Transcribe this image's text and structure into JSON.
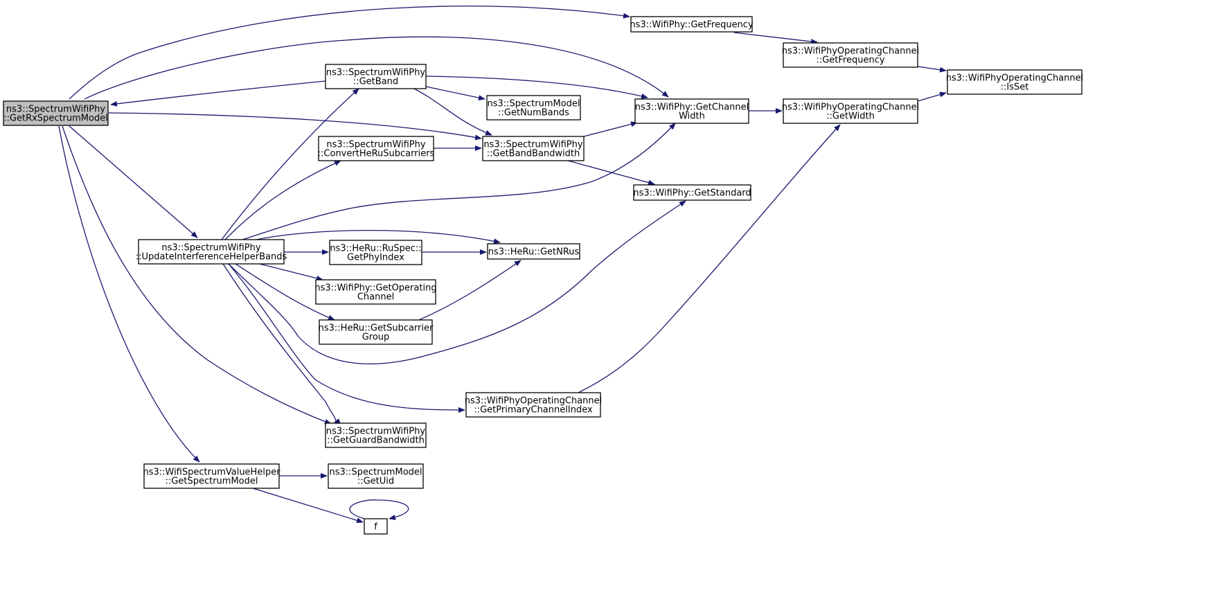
{
  "diagram": {
    "edge_color": "#191970",
    "root_fill": "#bfbfbf",
    "node_fill": "#ffffff",
    "nodes": [
      {
        "id": "root",
        "lines": [
          "ns3::SpectrumWifiPhy",
          "::GetRxSpectrumModel"
        ],
        "root": true
      },
      {
        "id": "getfrequency",
        "lines": [
          "ns3::WifiPhy::GetFrequency"
        ]
      },
      {
        "id": "opch-getfrequency",
        "lines": [
          "ns3::WifiPhyOperatingChannel",
          "::GetFrequency"
        ]
      },
      {
        "id": "opch-isset",
        "lines": [
          "ns3::WifiPhyOperatingChannel",
          "::IsSet"
        ]
      },
      {
        "id": "getband",
        "lines": [
          "ns3::SpectrumWifiPhy",
          "::GetBand"
        ]
      },
      {
        "id": "getnumbands",
        "lines": [
          "ns3::SpectrumModel",
          "::GetNumBands"
        ]
      },
      {
        "id": "getchannelwidth",
        "lines": [
          "ns3::WifiPhy::GetChannel",
          "Width"
        ]
      },
      {
        "id": "opch-getwidth",
        "lines": [
          "ns3::WifiPhyOperatingChannel",
          "::GetWidth"
        ]
      },
      {
        "id": "convertheru",
        "lines": [
          "ns3::SpectrumWifiPhy",
          "::ConvertHeRuSubcarriers"
        ]
      },
      {
        "id": "getbandbandwidth",
        "lines": [
          "ns3::SpectrumWifiPhy",
          "::GetBandBandwidth"
        ]
      },
      {
        "id": "getstandard",
        "lines": [
          "ns3::WifiPhy::GetStandard"
        ]
      },
      {
        "id": "updatebands",
        "lines": [
          "ns3::SpectrumWifiPhy",
          "::UpdateInterferenceHelperBands"
        ]
      },
      {
        "id": "getphyindex",
        "lines": [
          "ns3::HeRu::RuSpec::",
          "GetPhyIndex"
        ]
      },
      {
        "id": "getnrus",
        "lines": [
          "ns3::HeRu::GetNRus"
        ]
      },
      {
        "id": "getoperatingchannel",
        "lines": [
          "ns3::WifiPhy::GetOperating",
          "Channel"
        ]
      },
      {
        "id": "getsubcarriergroup",
        "lines": [
          "ns3::HeRu::GetSubcarrier",
          "Group"
        ]
      },
      {
        "id": "getprimarychannelindex",
        "lines": [
          "ns3::WifiPhyOperatingChannel",
          "::GetPrimaryChannelIndex"
        ]
      },
      {
        "id": "getguardbandwidth",
        "lines": [
          "ns3::SpectrumWifiPhy",
          "::GetGuardBandwidth"
        ]
      },
      {
        "id": "getspectrummodel",
        "lines": [
          "ns3::WifiSpectrumValueHelper",
          "::GetSpectrumModel"
        ]
      },
      {
        "id": "getuid",
        "lines": [
          "ns3::SpectrumModel",
          "::GetUid"
        ]
      },
      {
        "id": "f",
        "lines": [
          "f"
        ]
      }
    ],
    "edges": [
      {
        "from": "root",
        "to": "getfrequency"
      },
      {
        "from": "root",
        "to": "getchannelwidth"
      },
      {
        "from": "root",
        "to": "getbandbandwidth"
      },
      {
        "from": "root",
        "to": "updatebands"
      },
      {
        "from": "root",
        "to": "getguardbandwidth"
      },
      {
        "from": "root",
        "to": "getspectrummodel"
      },
      {
        "from": "getband",
        "to": "root"
      },
      {
        "from": "getfrequency",
        "to": "opch-getfrequency"
      },
      {
        "from": "opch-getfrequency",
        "to": "opch-isset"
      },
      {
        "from": "getband",
        "to": "getchannelwidth"
      },
      {
        "from": "getband",
        "to": "getnumbands"
      },
      {
        "from": "getband",
        "to": "getbandbandwidth"
      },
      {
        "from": "getchannelwidth",
        "to": "opch-getwidth"
      },
      {
        "from": "opch-getwidth",
        "to": "opch-isset"
      },
      {
        "from": "convertheru",
        "to": "getbandbandwidth"
      },
      {
        "from": "getbandbandwidth",
        "to": "getchannelwidth"
      },
      {
        "from": "getbandbandwidth",
        "to": "getstandard"
      },
      {
        "from": "updatebands",
        "to": "getband"
      },
      {
        "from": "updatebands",
        "to": "convertheru"
      },
      {
        "from": "updatebands",
        "to": "getchannelwidth"
      },
      {
        "from": "updatebands",
        "to": "getnrus"
      },
      {
        "from": "updatebands",
        "to": "getphyindex"
      },
      {
        "from": "updatebands",
        "to": "getoperatingchannel"
      },
      {
        "from": "updatebands",
        "to": "getsubcarriergroup"
      },
      {
        "from": "updatebands",
        "to": "getstandard"
      },
      {
        "from": "updatebands",
        "to": "getprimarychannelindex"
      },
      {
        "from": "updatebands",
        "to": "getguardbandwidth"
      },
      {
        "from": "getphyindex",
        "to": "getnrus"
      },
      {
        "from": "getsubcarriergroup",
        "to": "getnrus"
      },
      {
        "from": "getprimarychannelindex",
        "to": "opch-getwidth"
      },
      {
        "from": "getspectrummodel",
        "to": "getuid"
      },
      {
        "from": "getspectrummodel",
        "to": "f"
      },
      {
        "from": "f",
        "to": "f"
      }
    ]
  }
}
